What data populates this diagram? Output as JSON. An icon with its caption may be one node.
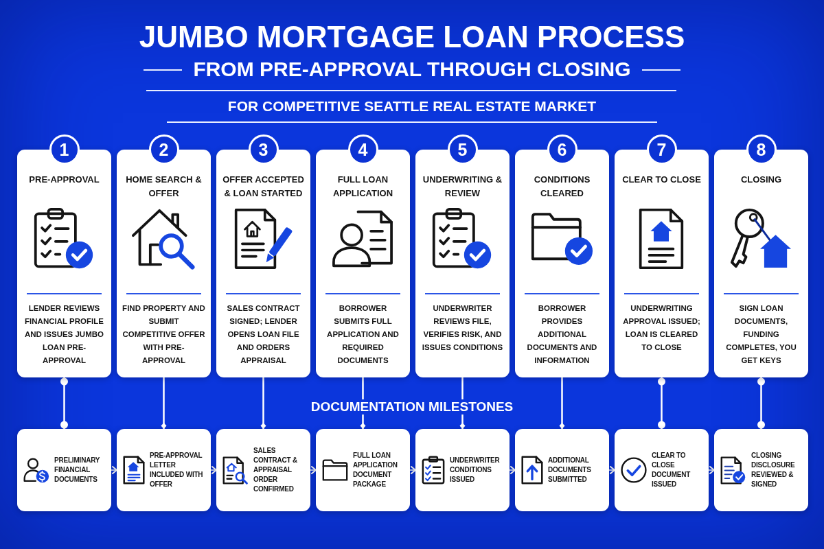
{
  "diagram": {
    "title": "JUMBO MORTGAGE LOAN PROCESS",
    "nodes": [
      {
        "text": [
          "1",
          "PRE-APPROVAL",
          "LENDER REVIEWS FINANCIAL PROFILE AND ISSUES JUMBO LOAN PRE-APPROVAL"
        ]
      },
      {
        "text": [
          "2",
          "HOME SEARCH & OFFER",
          "FIND PROPERTY AND SUBMIT COMPETITIVE OFFER WITH PRE-APPROVAL"
        ]
      },
      {
        "text": [
          "3",
          "OFFER ACCEPTED & LOAN STARTED",
          "SALES CONTRACT SIGNED; LENDER OPENS LOAN FILE AND ORDERS APPRAISAL"
        ]
      },
      {
        "text": [
          "4",
          "FULL LOAN APPLICATION",
          "BORROWER SUBMITS FULL APPLICATION AND REQUIRED DOCUMENTS"
        ]
      },
      {
        "text": [
          "5",
          "UNDERWRITING & REVIEW",
          "UNDERWRITER REVIEWS FILE, VERIFIES RISK, AND ISSUES CONDITIONS"
        ]
      },
      {
        "text": [
          "6",
          "CONDITIONS CLEARED",
          "BORROWER PROVIDES ADDITIONAL DOCUMENTS AND INFORMATION"
        ]
      },
      {
        "text": [
          "7",
          "CLEAR TO CLOSE",
          "UNDERWRITING APPROVAL ISSUED; LOAN IS CLEARED TO CLOSE"
        ]
      },
      {
        "text": [
          "8",
          "CLOSING",
          "SIGN LOAN DOCUMENTS, FUNDING COMPLETES, YOU GET KEYS"
        ]
      },
      {
        "text": [
          "PRELIMINARY FINANCIAL DOCUMENTS"
        ]
      },
      {
        "text": [
          "PRE-APPROVAL LETTER INCLUDED WITH OFFER"
        ]
      },
      {
        "text": [
          "SALES CONTRACT & APPRAISAL ORDER CONFIRMED"
        ]
      },
      {
        "text": [
          "FULL LOAN APPLICATION DOCUMENT PACKAGE"
        ]
      },
      {
        "text": [
          "UNDERWRITER CONDITIONS ISSUED"
        ]
      },
      {
        "text": [
          "ADDITIONAL DOCUMENTS SUBMITTED"
        ]
      },
      {
        "text": [
          "CLEAR TO CLOSE DOCUMENT ISSUED"
        ]
      },
      {
        "text": [
          "CLOSING DISCLOSURE REVIEWED & SIGNED"
        ]
      }
    ],
    "edges": [
      {
        "from": 0,
        "to": 8,
        "arrow": "other"
      },
      {
        "from": 1,
        "to": 9,
        "arrow": "other"
      },
      {
        "from": 2,
        "to": 10,
        "arrow": "other"
      },
      {
        "from": 3,
        "to": 11,
        "arrow": "other"
      },
      {
        "from": 4,
        "to": 12,
        "arrow": "other"
      },
      {
        "from": 5,
        "to": 13,
        "arrow": "other"
      },
      {
        "from": 6,
        "to": 14,
        "arrow": "other"
      },
      {
        "from": 7,
        "to": 15,
        "arrow": "other"
      },
      {
        "from": 8,
        "to": 9,
        "arrow": "to"
      },
      {
        "from": 9,
        "to": 10,
        "arrow": "to"
      },
      {
        "from": 10,
        "to": 11,
        "arrow": "to"
      },
      {
        "from": 11,
        "to": 12,
        "arrow": "to"
      },
      {
        "from": 12,
        "to": 13,
        "arrow": "to"
      },
      {
        "from": 13,
        "to": 14,
        "arrow": "to"
      },
      {
        "from": 14,
        "to": 15,
        "arrow": "to"
      }
    ],
    "labels": [
      "FROM PRE-APPROVAL THROUGH CLOSING",
      "FOR COMPETITIVE SEATTLE REAL ESTATE MARKET",
      "DOCUMENTATION MILESTONES"
    ]
  }
}
